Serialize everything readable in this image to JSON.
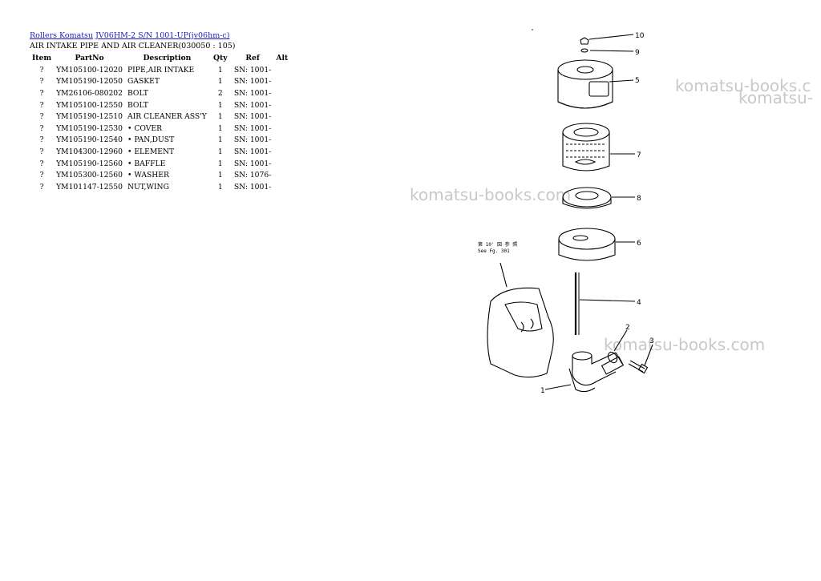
{
  "breadcrumb": {
    "link1": "Rollers Komatsu",
    "link2": "JV06HM-2 S/N 1001-UP(jv06hm-c)"
  },
  "subtitle": "AIR INTAKE PIPE AND AIR CLEANER(030050 : 105)",
  "table": {
    "headers": [
      "Item",
      "PartNo",
      "Description",
      "Qty",
      "Ref",
      "Alt"
    ],
    "rows": [
      {
        "item": "?",
        "part": "YM105100-12020",
        "desc": "PIPE,AIR INTAKE",
        "qty": "1",
        "ref": "SN: 1001-"
      },
      {
        "item": "?",
        "part": "YM105190-12050",
        "desc": "GASKET",
        "qty": "1",
        "ref": "SN: 1001-"
      },
      {
        "item": "?",
        "part": "YM26106-080202",
        "desc": "BOLT",
        "qty": "2",
        "ref": "SN: 1001-"
      },
      {
        "item": "?",
        "part": "YM105100-12550",
        "desc": "BOLT",
        "qty": "1",
        "ref": "SN: 1001-"
      },
      {
        "item": "?",
        "part": "YM105190-12510",
        "desc": "AIR CLEANER ASS'Y",
        "qty": "1",
        "ref": "SN: 1001-"
      },
      {
        "item": "?",
        "part": "YM105190-12530",
        "desc": "• COVER",
        "qty": "1",
        "ref": "SN: 1001-"
      },
      {
        "item": "?",
        "part": "YM105190-12540",
        "desc": "• PAN,DUST",
        "qty": "1",
        "ref": "SN: 1001-"
      },
      {
        "item": "?",
        "part": "YM104300-12960",
        "desc": "• ELEMENT",
        "qty": "1",
        "ref": "SN: 1001-"
      },
      {
        "item": "?",
        "part": "YM105190-12560",
        "desc": "• BAFFLE",
        "qty": "1",
        "ref": "SN: 1001-"
      },
      {
        "item": "?",
        "part": "YM105300-12560",
        "desc": "• WASHER",
        "qty": "1",
        "ref": "SN: 1076-"
      },
      {
        "item": "?",
        "part": "YM101147-12550",
        "desc": "NUT,WING",
        "qty": "1",
        "ref": "SN: 1001-"
      }
    ]
  },
  "watermarks": [
    "komatsu-books.c",
    "komatsu-",
    "komatsu-books.com",
    "komatsu-books.com"
  ],
  "diagram": {
    "callouts": [
      "10",
      "9",
      "5",
      "7",
      "8",
      "6",
      "4",
      "2",
      "3",
      "1"
    ],
    "note_line1": "第 10' 図 参 照",
    "note_line2": "See Fg. 301"
  }
}
